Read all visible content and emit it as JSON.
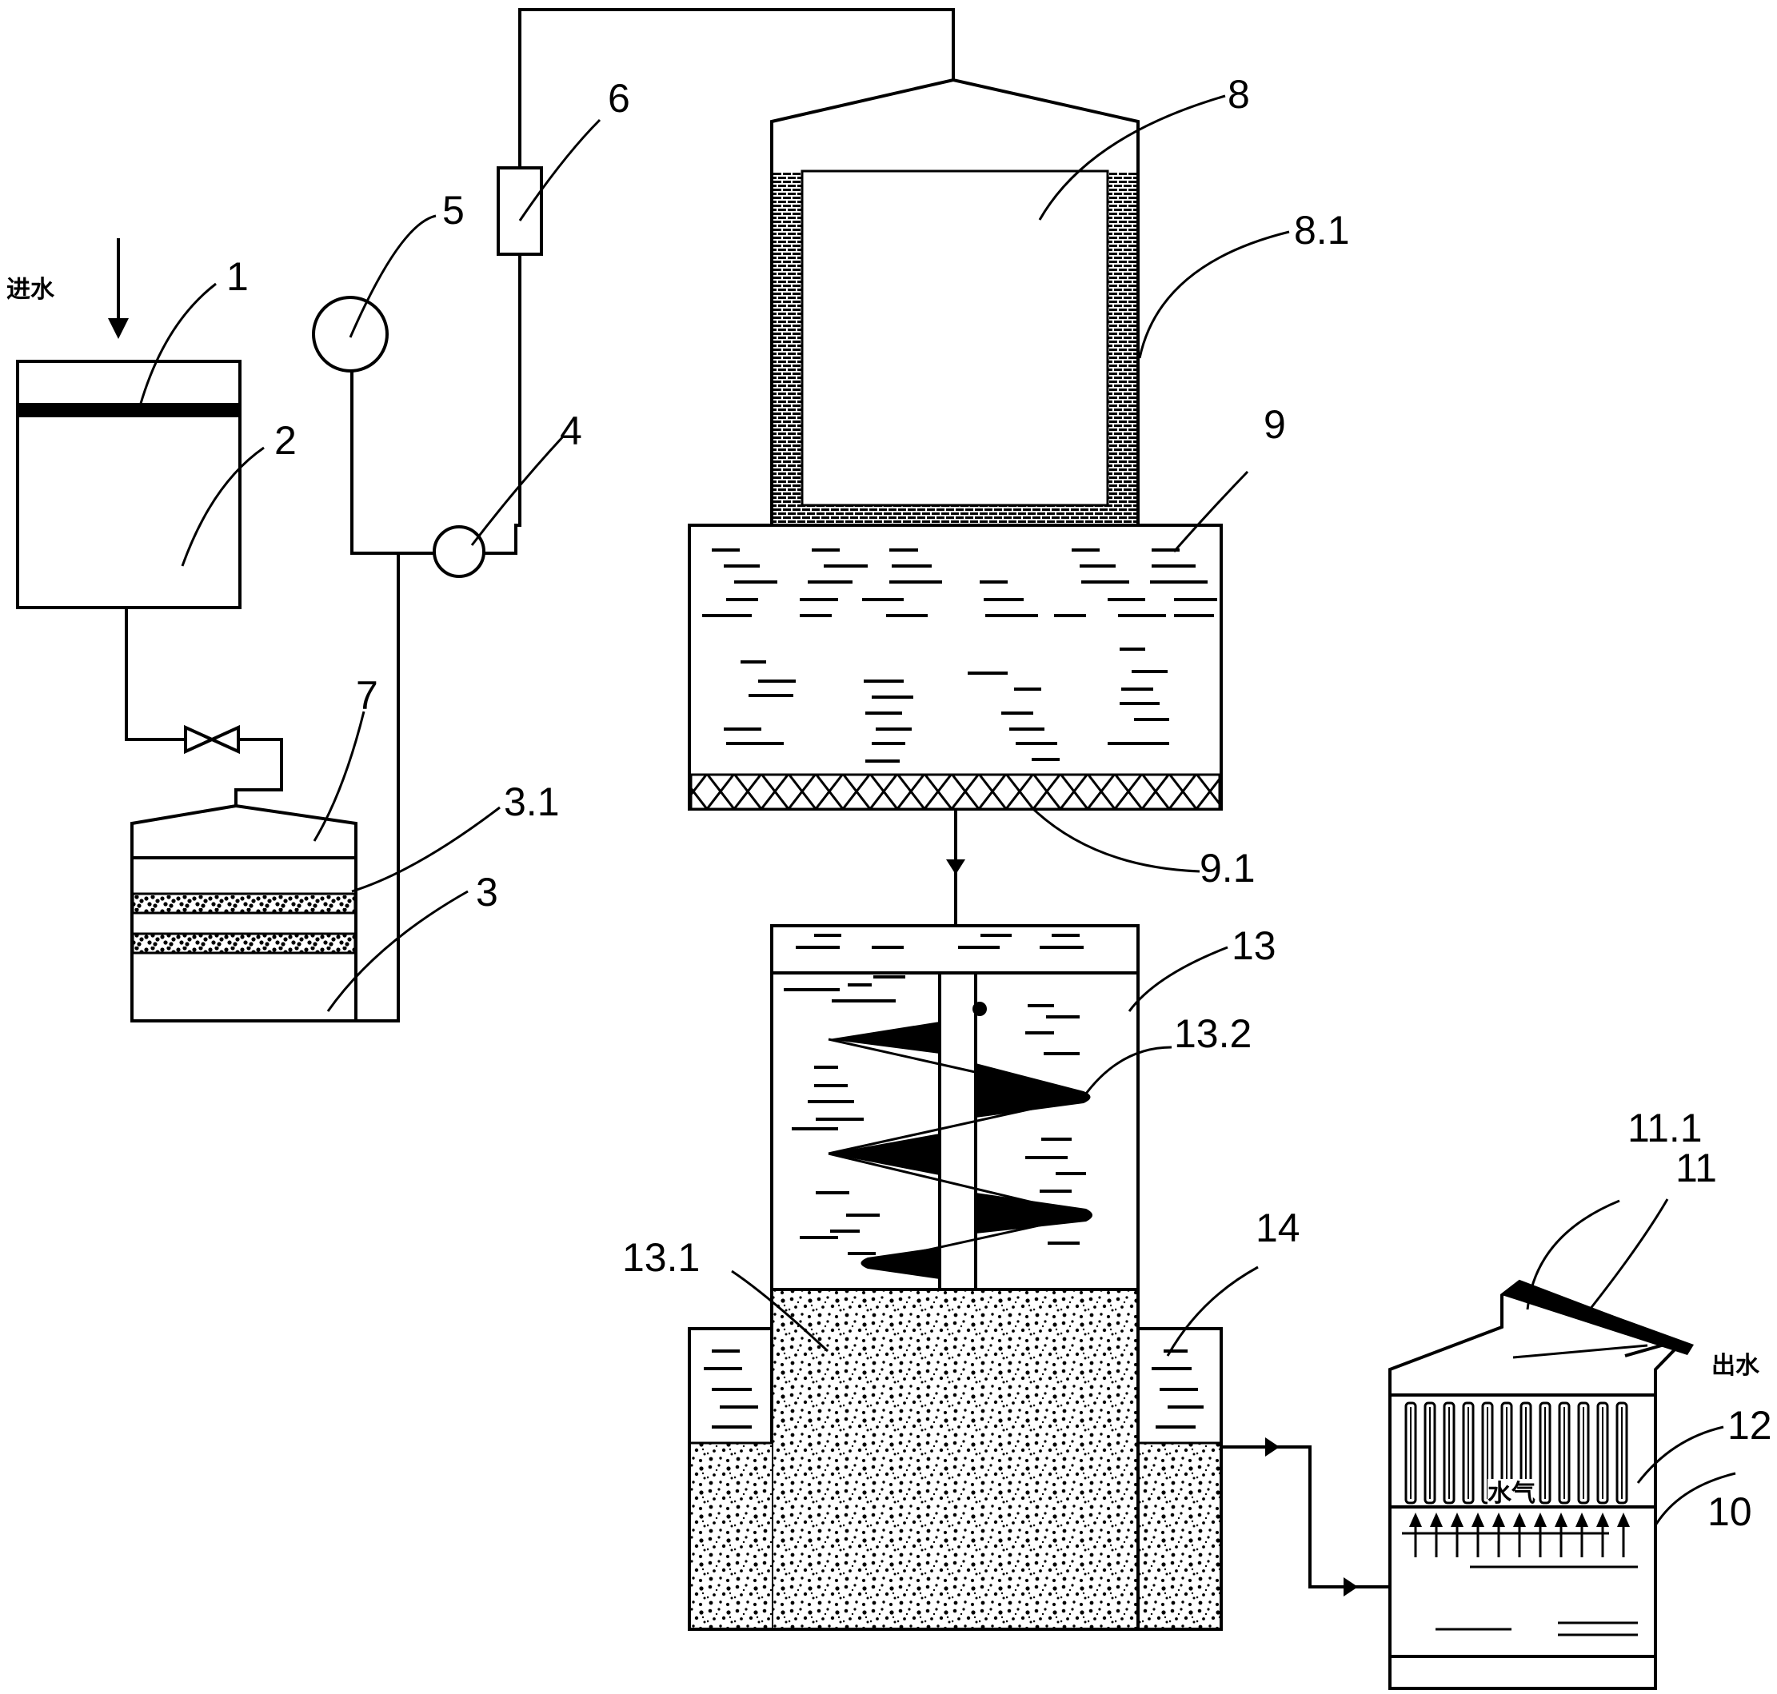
{
  "labels": {
    "l1": "1",
    "l2": "2",
    "l3": "3",
    "l3_1": "3.1",
    "l4": "4",
    "l5": "5",
    "l6": "6",
    "l7": "7",
    "l8": "8",
    "l8_1": "8.1",
    "l9": "9",
    "l9_1": "9.1",
    "l10": "10",
    "l11": "11",
    "l11_1": "11.1",
    "l12": "12",
    "l13": "13",
    "l13_1": "13.1",
    "l13_2": "13.2",
    "l14": "14"
  },
  "text": {
    "inlet": "进水",
    "outlet": "出水",
    "vapor": "水气"
  }
}
